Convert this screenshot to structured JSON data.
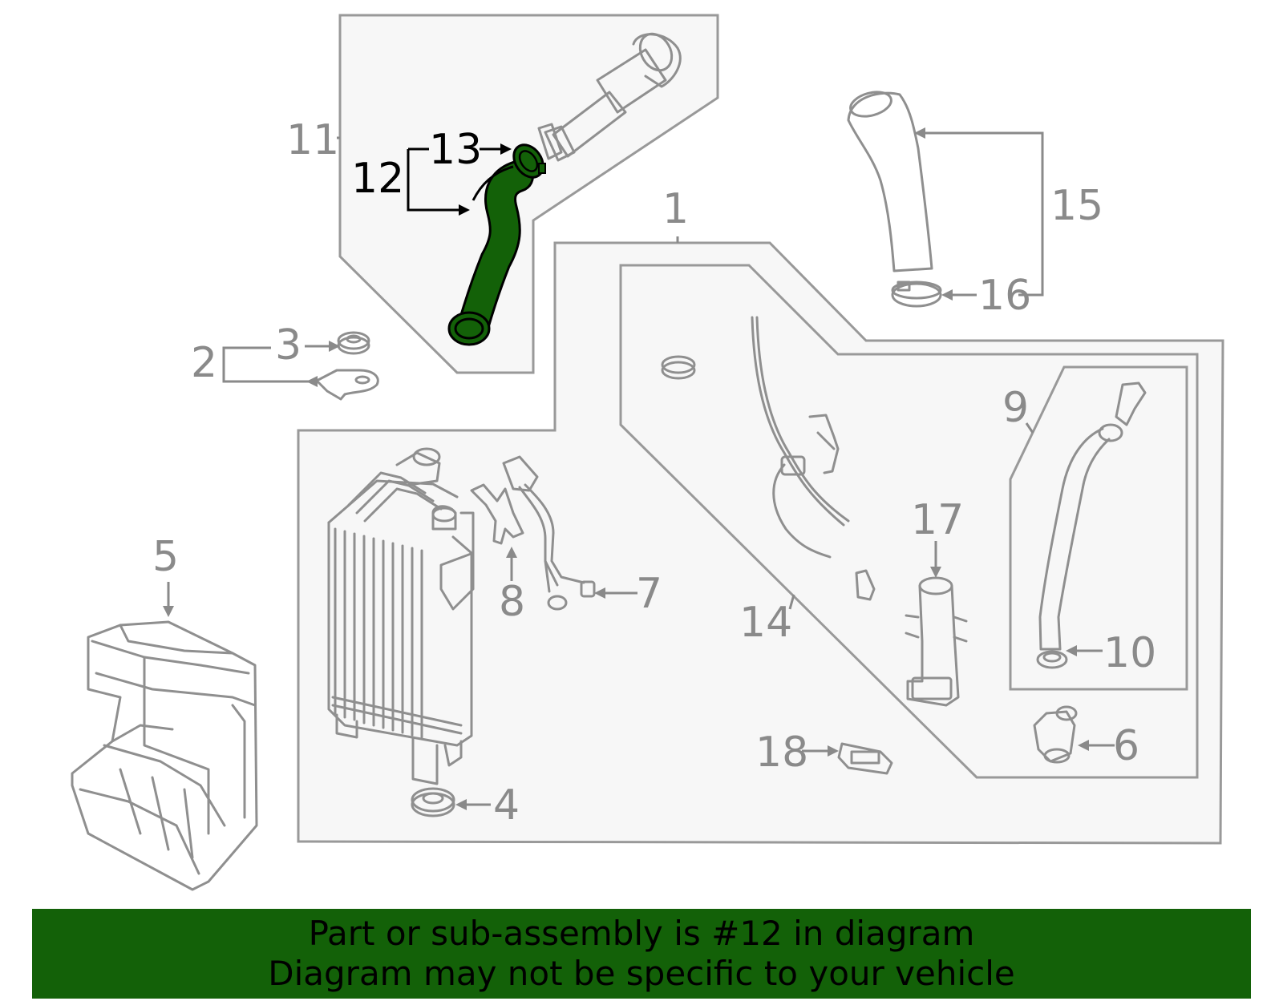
{
  "colors": {
    "highlight": "#136108",
    "line": "#8f8f8f",
    "label": "#8a8a8a",
    "panel": "#f7f7f7",
    "banner_bg": "#136108"
  },
  "labels": {
    "p1": "1",
    "p2": "2",
    "p3": "3",
    "p4": "4",
    "p5": "5",
    "p6": "6",
    "p7": "7",
    "p8": "8",
    "p9": "9",
    "p10": "10",
    "p11": "11",
    "p12": "12",
    "p13": "13",
    "p14": "14",
    "p15": "15",
    "p16": "16",
    "p17": "17",
    "p18": "18"
  },
  "banner": {
    "line1": "Part or sub-assembly is #12 in diagram",
    "line2": "Diagram may not be specific to your vehicle"
  }
}
